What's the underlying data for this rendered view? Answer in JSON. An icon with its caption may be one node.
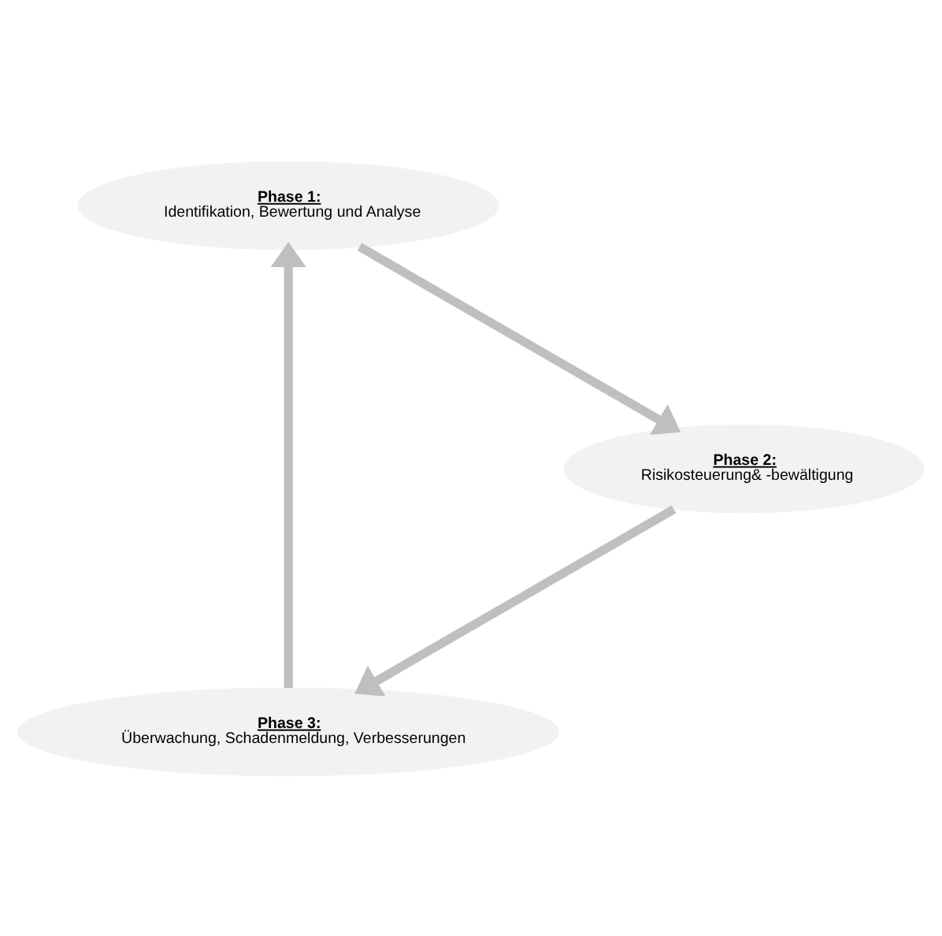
{
  "diagram": {
    "nodes": [
      {
        "text": [
          "Phase 3:",
          "Überwachung, Schadenmeldung, Verbesserungen"
        ]
      },
      {
        "text": [
          "Phase 1:",
          "Identifikation, Bewertung und Analyse"
        ]
      },
      {
        "text": [
          "Phase 2:",
          "Risikosteuerung& -bewältigung"
        ]
      }
    ],
    "edges": [
      {
        "from": 0,
        "to": 1,
        "arrow": "to"
      },
      {
        "from": 1,
        "to": 2,
        "arrow": "to"
      },
      {
        "from": 2,
        "to": 0,
        "arrow": "to"
      }
    ]
  }
}
